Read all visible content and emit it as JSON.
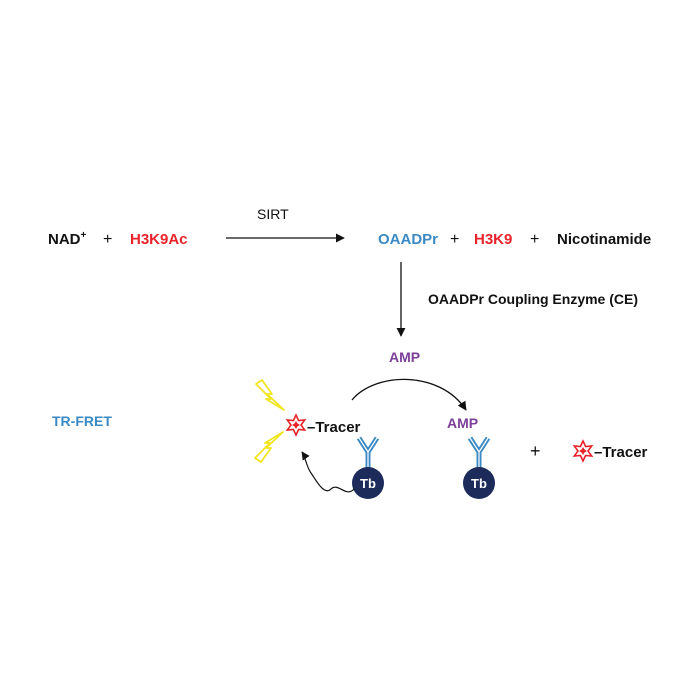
{
  "colors": {
    "black": "#111111",
    "red": "#e8232a",
    "blue": "#3b8ac4",
    "purple": "#7b3f98",
    "navy": "#1c2b5a",
    "yellow": "#f2e51e"
  },
  "reaction": {
    "reactant1_base": "NAD",
    "reactant1_sup": "+",
    "plus1": "+",
    "reactant2": "H3K9Ac",
    "enzyme": "SIRT",
    "product1": "OAADPr",
    "plus2": "+",
    "product2": "H3K9",
    "plus3": "+",
    "product3": "Nicotinamide"
  },
  "coupling": {
    "enzyme_label": "OAADPr Coupling Enzyme (CE)",
    "product": "AMP"
  },
  "assay": {
    "label": "TR-FRET",
    "tracer_label": "–Tracer",
    "antibody_label": "Tb",
    "bound_label": "AMP",
    "antibody2_label": "Tb",
    "plus": "+",
    "free_tracer_label": "–Tracer"
  },
  "icons": [
    "lightning-bolt-icon",
    "tracer-star-icon",
    "antibody-icon",
    "wavy-arrow-icon"
  ]
}
